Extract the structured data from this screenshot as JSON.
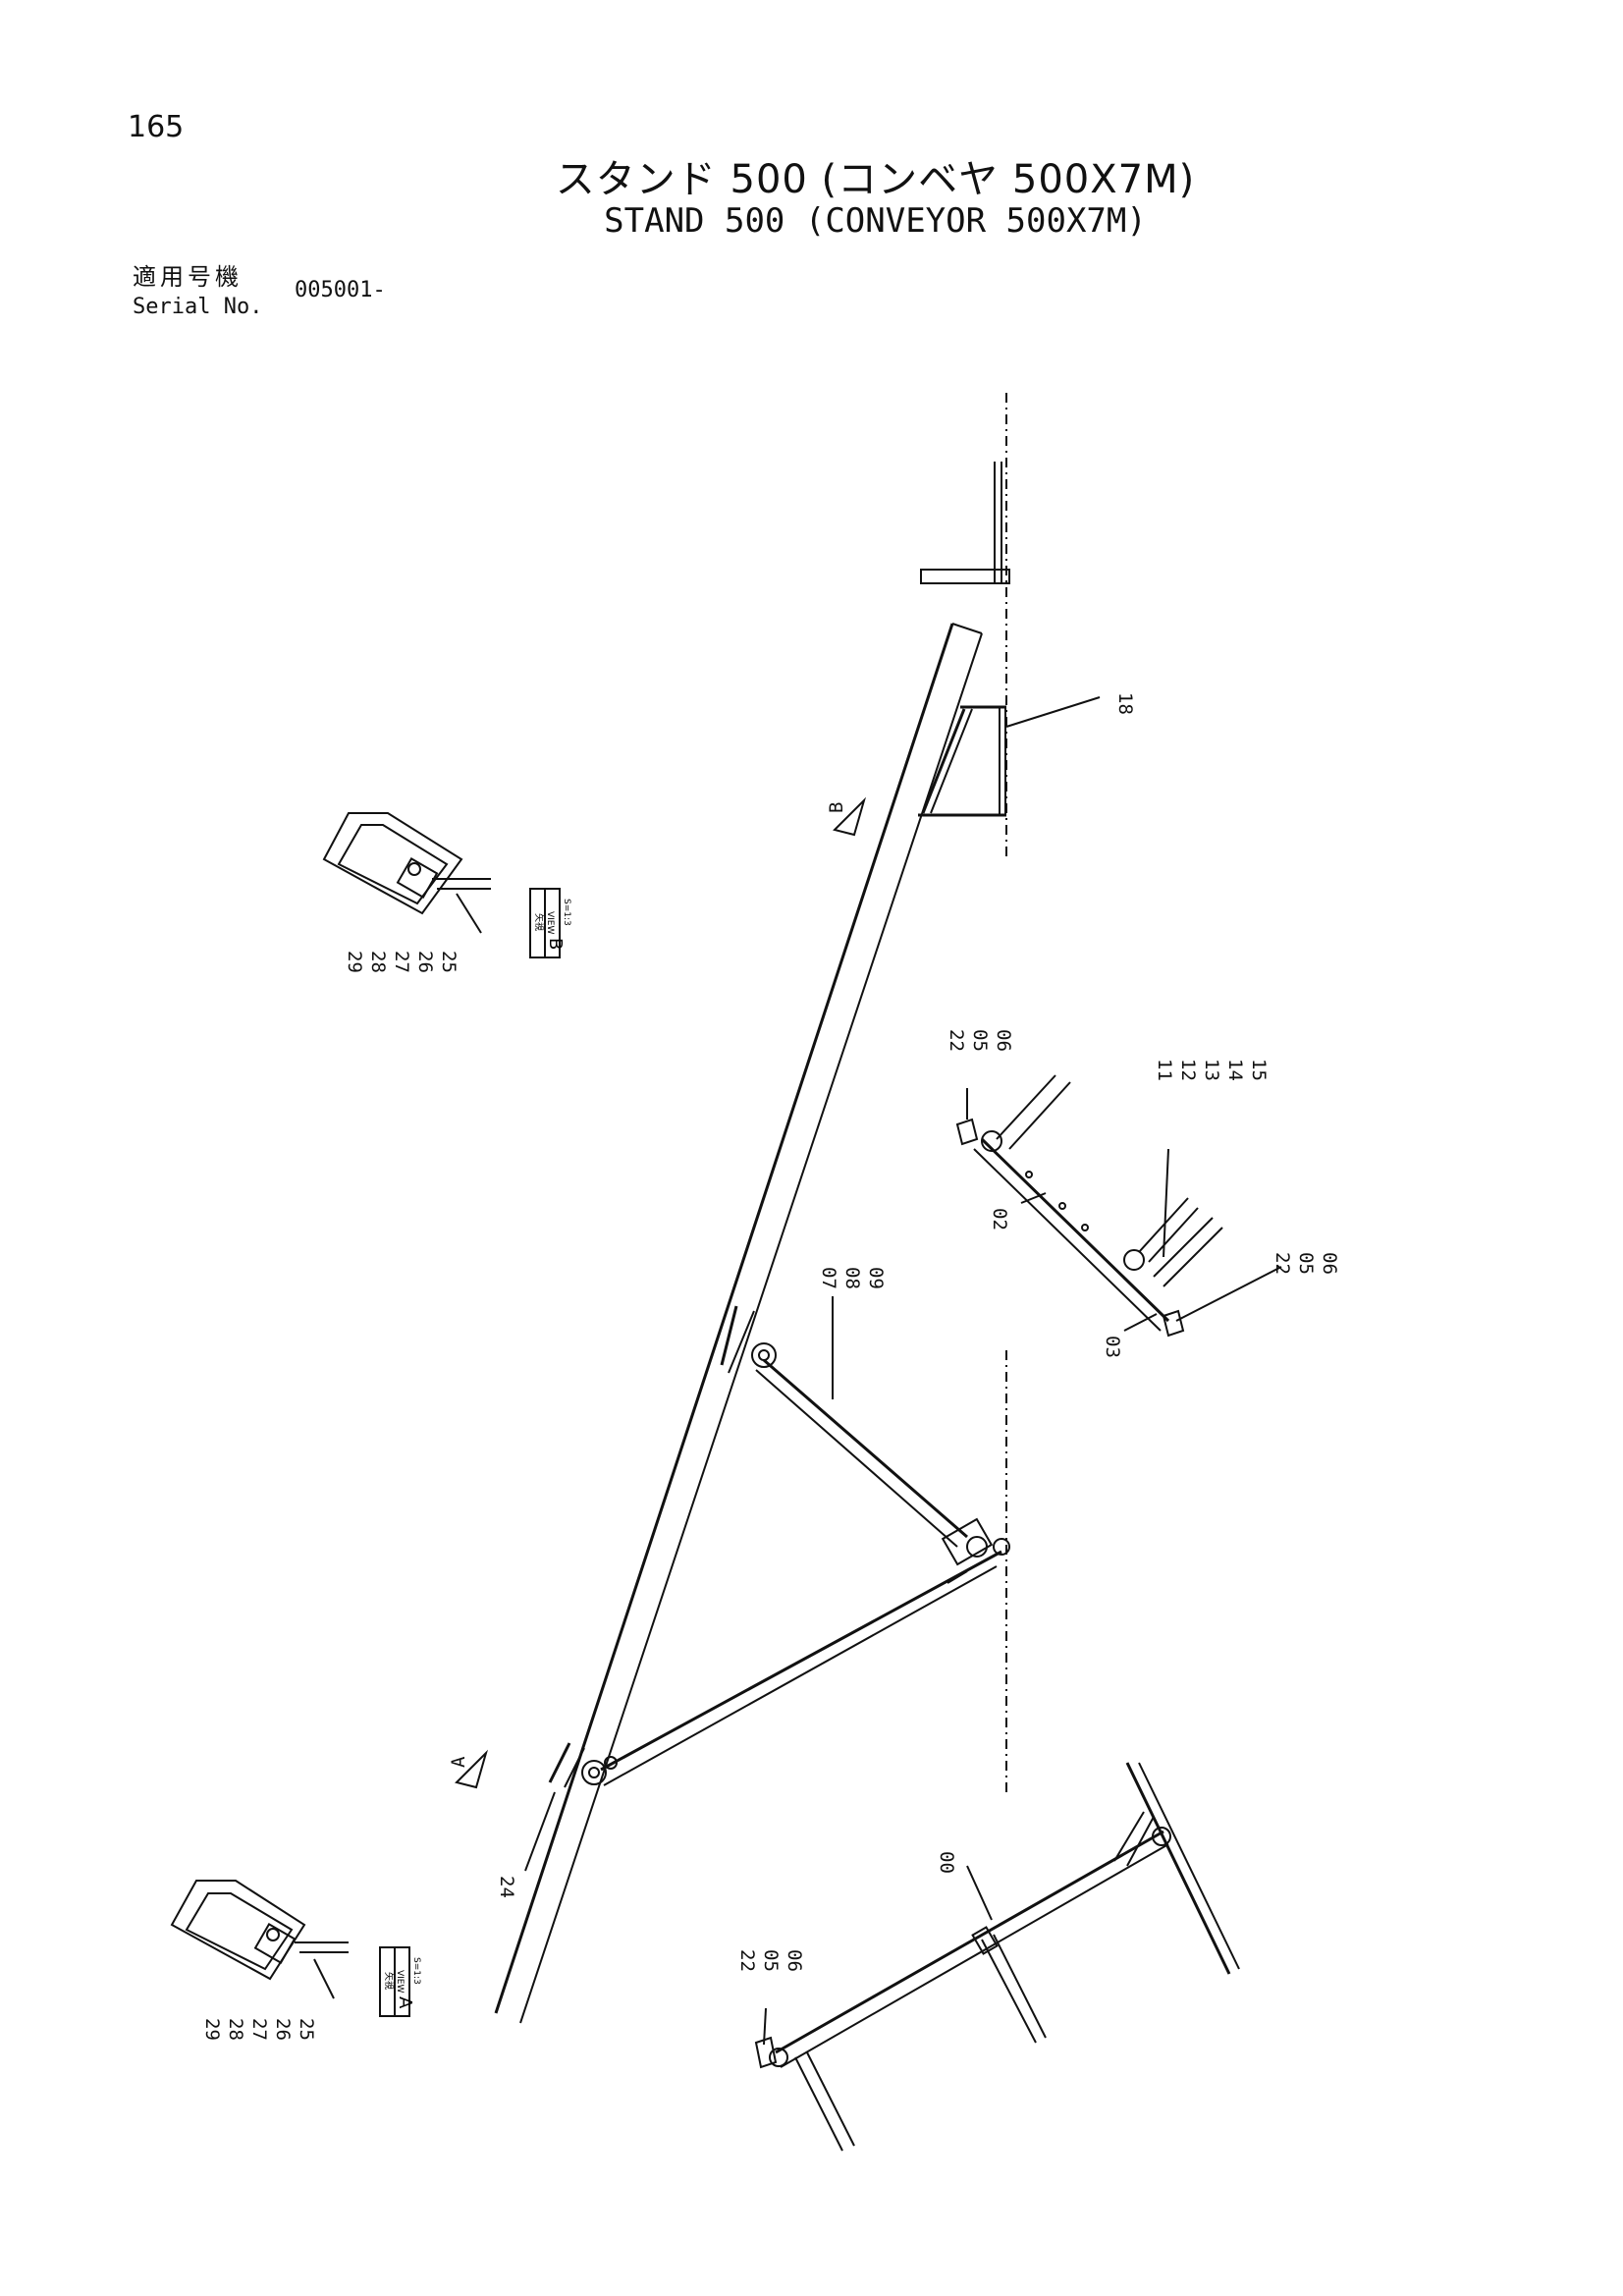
{
  "page_number": "165",
  "title_jp": "スタンド 500 (コンベヤ 500X7M)",
  "title_en": "STAND 500 (CONVEYOR 500X7M)",
  "serial": {
    "label_jp": "適用号機",
    "label_en": "Serial No.",
    "value": "005001-"
  },
  "views": {
    "a_marker": "A",
    "b_marker": "B",
    "view_a": {
      "jp": "矢視",
      "en": "VIEW",
      "letter": "A",
      "scale": "S=1:3"
    },
    "view_b": {
      "jp": "矢視",
      "en": "VIEW",
      "letter": "B",
      "scale": "S=1:3"
    }
  },
  "parts": {
    "p18": "18",
    "group_top": [
      "22",
      "05",
      "06"
    ],
    "group_side": [
      "11",
      "12",
      "13",
      "14",
      "15"
    ],
    "p02": "02",
    "group_right": [
      "22",
      "05",
      "06"
    ],
    "p03": "03",
    "group_brace": [
      "07",
      "08",
      "09"
    ],
    "p24": "24",
    "p00": "00",
    "group_bottom": [
      "22",
      "05",
      "06"
    ],
    "detail_b": [
      "29",
      "28",
      "27",
      "26",
      "25"
    ],
    "detail_a": [
      "29",
      "28",
      "27",
      "26",
      "25"
    ]
  }
}
